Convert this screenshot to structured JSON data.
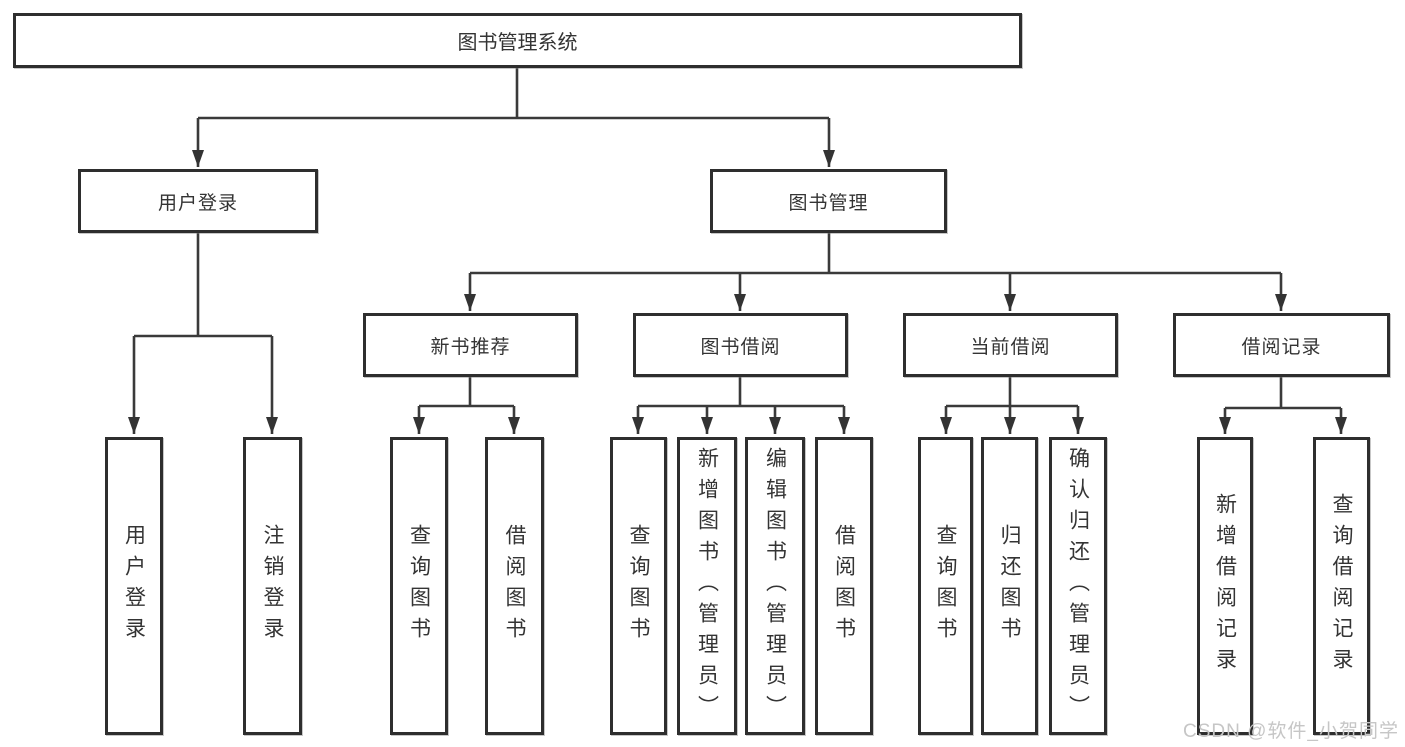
{
  "diagram": {
    "title": "图书管理系统",
    "level2": {
      "user_login": "用户登录",
      "book_mgmt": "图书管理"
    },
    "level3": {
      "new_books": "新书推荐",
      "book_borrow": "图书借阅",
      "current_borrow": "当前借阅",
      "borrow_records": "借阅记录"
    },
    "leaves": {
      "user_login_leaf": "用户登录",
      "logout_leaf": "注销登录",
      "nb_query": "查询图书",
      "nb_borrow": "借阅图书",
      "bb_query": "查询图书",
      "bb_add": "新增图书（管理员）",
      "bb_edit": "编辑图书（管理员）",
      "bb_borrow": "借阅图书",
      "cb_query": "查询图书",
      "cb_return": "归还图书",
      "cb_confirm": "确认归还（管理员）",
      "br_add": "新增借阅记录",
      "br_query": "查询借阅记录"
    },
    "watermark": "CSDN @软件_小贺同学",
    "colors": {
      "line": "#3a3a3a",
      "border": "#2e2e2e",
      "text": "#343434",
      "watermark": "#c6c6c6",
      "background": "#ffffff"
    }
  }
}
